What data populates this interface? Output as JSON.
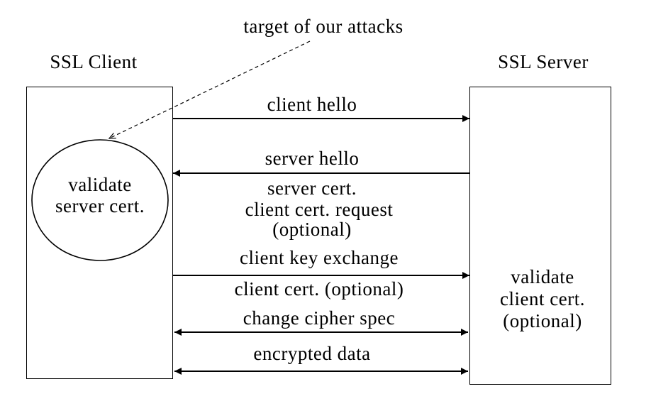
{
  "annotation": "target of our attacks",
  "client": {
    "title": "SSL Client",
    "bubble_line1": "validate",
    "bubble_line2": "server cert."
  },
  "server": {
    "title": "SSL Server",
    "note_line1": "validate",
    "note_line2": "client cert.",
    "note_line3": "(optional)"
  },
  "messages": {
    "client_hello": "client hello",
    "server_hello": "server hello",
    "server_cert": "server cert.",
    "client_cert_request": "client cert. request",
    "optional": "(optional)",
    "client_key_exchange": "client key exchange",
    "client_cert_optional": "client cert. (optional)",
    "change_cipher_spec": "change cipher spec",
    "encrypted_data": "encrypted data"
  }
}
